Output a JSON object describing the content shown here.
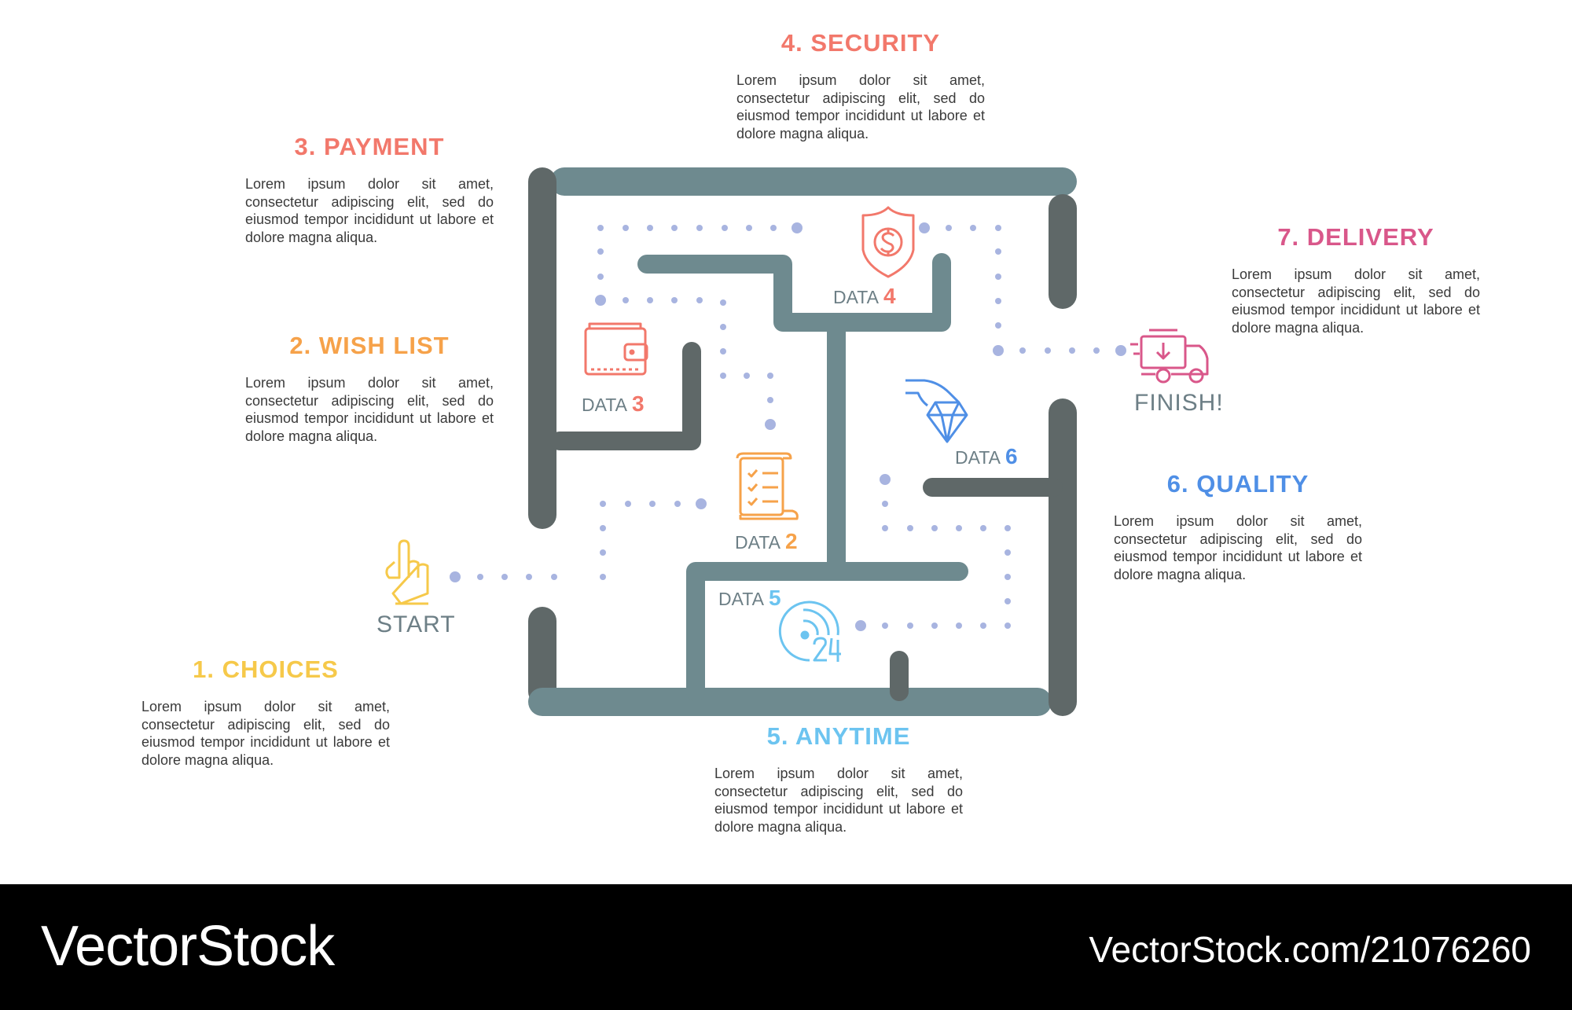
{
  "steps": [
    {
      "title": "1. CHOICES",
      "body": "Lorem ipsum dolor sit amet, consectetur adipiscing elit, sed do eiusmod tempor incididunt ut labore et dolore magna aliqua.",
      "color": "#f6c94a"
    },
    {
      "title": "2. WISH LIST",
      "body": "Lorem ipsum dolor sit amet, consectetur adipiscing elit, sed do eiusmod tempor incididunt ut labore et dolore magna aliqua.",
      "color": "#f6a24a"
    },
    {
      "title": "3. PAYMENT",
      "body": "Lorem ipsum dolor sit amet, consectetur adipiscing elit, sed do eiusmod tempor incididunt ut labore et dolore magna aliqua.",
      "color": "#f2786b"
    },
    {
      "title": "4. SECURITY",
      "body": "Lorem ipsum dolor sit amet, consectetur adipiscing elit, sed do eiusmod tempor incididunt ut labore et dolore magna aliqua.",
      "color": "#f2786b"
    },
    {
      "title": "5. ANYTIME",
      "body": "Lorem ipsum dolor sit amet, consectetur adipiscing elit, sed do eiusmod tempor incididunt ut labore et dolore magna aliqua.",
      "color": "#6cc4f0"
    },
    {
      "title": "6. QUALITY",
      "body": "Lorem ipsum dolor sit amet, consectetur adipiscing elit, sed do eiusmod tempor incididunt ut labore et dolore magna aliqua.",
      "color": "#4f8fe6"
    },
    {
      "title": "7. DELIVERY",
      "body": "Lorem ipsum dolor sit amet, consectetur adipiscing elit, sed do eiusmod tempor incididunt ut labore et dolore magna aliqua.",
      "color": "#d9578a"
    }
  ],
  "data_points": [
    {
      "prefix": "DATA",
      "num": "2"
    },
    {
      "prefix": "DATA",
      "num": "3"
    },
    {
      "prefix": "DATA",
      "num": "4"
    },
    {
      "prefix": "DATA",
      "num": "5"
    },
    {
      "prefix": "DATA",
      "num": "6"
    }
  ],
  "start_label": "START",
  "finish_label": "FINISH!",
  "icons": [
    "pointing-hand-icon",
    "checklist-scroll-icon",
    "wallet-icon",
    "shield-dollar-icon",
    "support-24-icon",
    "diamond-hand-icon",
    "delivery-truck-icon"
  ],
  "colors": {
    "maze_wall": "#6e8a8f",
    "maze_wall_dark": "#5f6868",
    "path_dot": "#a8b4e0",
    "background": "#ffffff",
    "footer": "#000000",
    "label_gray": "#6d7f86"
  },
  "footer": {
    "brand": "VectorStock",
    "url": "VectorStock.com/21076260"
  }
}
